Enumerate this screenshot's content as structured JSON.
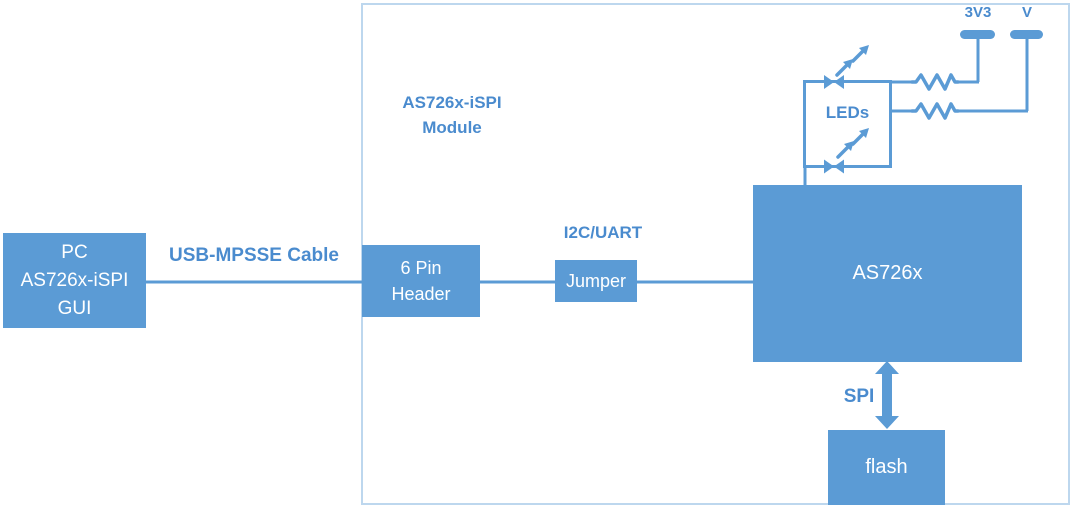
{
  "colors": {
    "box_fill": "#5b9bd5",
    "wire": "#5b9bd5",
    "label_text": "#4a8bce",
    "module_border": "#bdd7ee",
    "box_text": "#ffffff"
  },
  "module": {
    "title_line1": "AS726x-iSPI",
    "title_line2": "Module"
  },
  "blocks": {
    "pc": {
      "line1": "PC",
      "line2": "AS726x-iSPI",
      "line3": "GUI"
    },
    "header": {
      "line1": "6 Pin",
      "line2": "Header"
    },
    "jumper": {
      "label": "Jumper"
    },
    "as726x": {
      "label": "AS726x"
    },
    "flash": {
      "label": "flash"
    },
    "leds": {
      "label": "LEDs"
    }
  },
  "labels": {
    "usb_cable": "USB-MPSSE Cable",
    "i2c_uart": "I2C/UART",
    "spi": "SPI",
    "rail_3v3": "3V3",
    "rail_v": "V"
  }
}
